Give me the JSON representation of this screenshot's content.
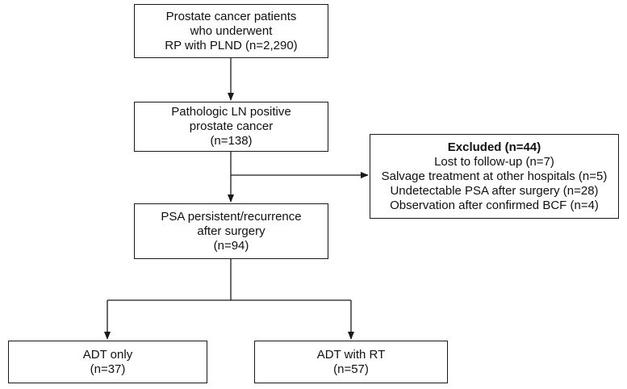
{
  "nodes": {
    "patients": {
      "lines": [
        "Prostate cancer patients",
        "who underwent",
        "RP with PLND (n=2,290)"
      ]
    },
    "ln_positive": {
      "lines": [
        "Pathologic LN positive",
        "prostate cancer",
        "(n=138)"
      ]
    },
    "excluded": {
      "title": "Excluded (n=44)",
      "lines": [
        "Lost to follow-up (n=7)",
        "Salvage treatment at other hospitals (n=5)",
        "Undetectable PSA after surgery (n=28)",
        "Observation after confirmed BCF (n=4)"
      ]
    },
    "psa": {
      "lines": [
        "PSA persistent/recurrence",
        "after surgery",
        "(n=94)"
      ]
    },
    "adt_only": {
      "lines": [
        "ADT only",
        "(n=37)"
      ]
    },
    "adt_rt": {
      "lines": [
        "ADT with RT",
        "(n=57)"
      ]
    }
  },
  "edges": [
    {
      "from": "patients",
      "to": "ln_positive"
    },
    {
      "from": "ln_positive",
      "to": "psa"
    },
    {
      "from": "ln_positive",
      "to": "excluded"
    },
    {
      "from": "psa",
      "to": "adt_only"
    },
    {
      "from": "psa",
      "to": "adt_rt"
    }
  ]
}
